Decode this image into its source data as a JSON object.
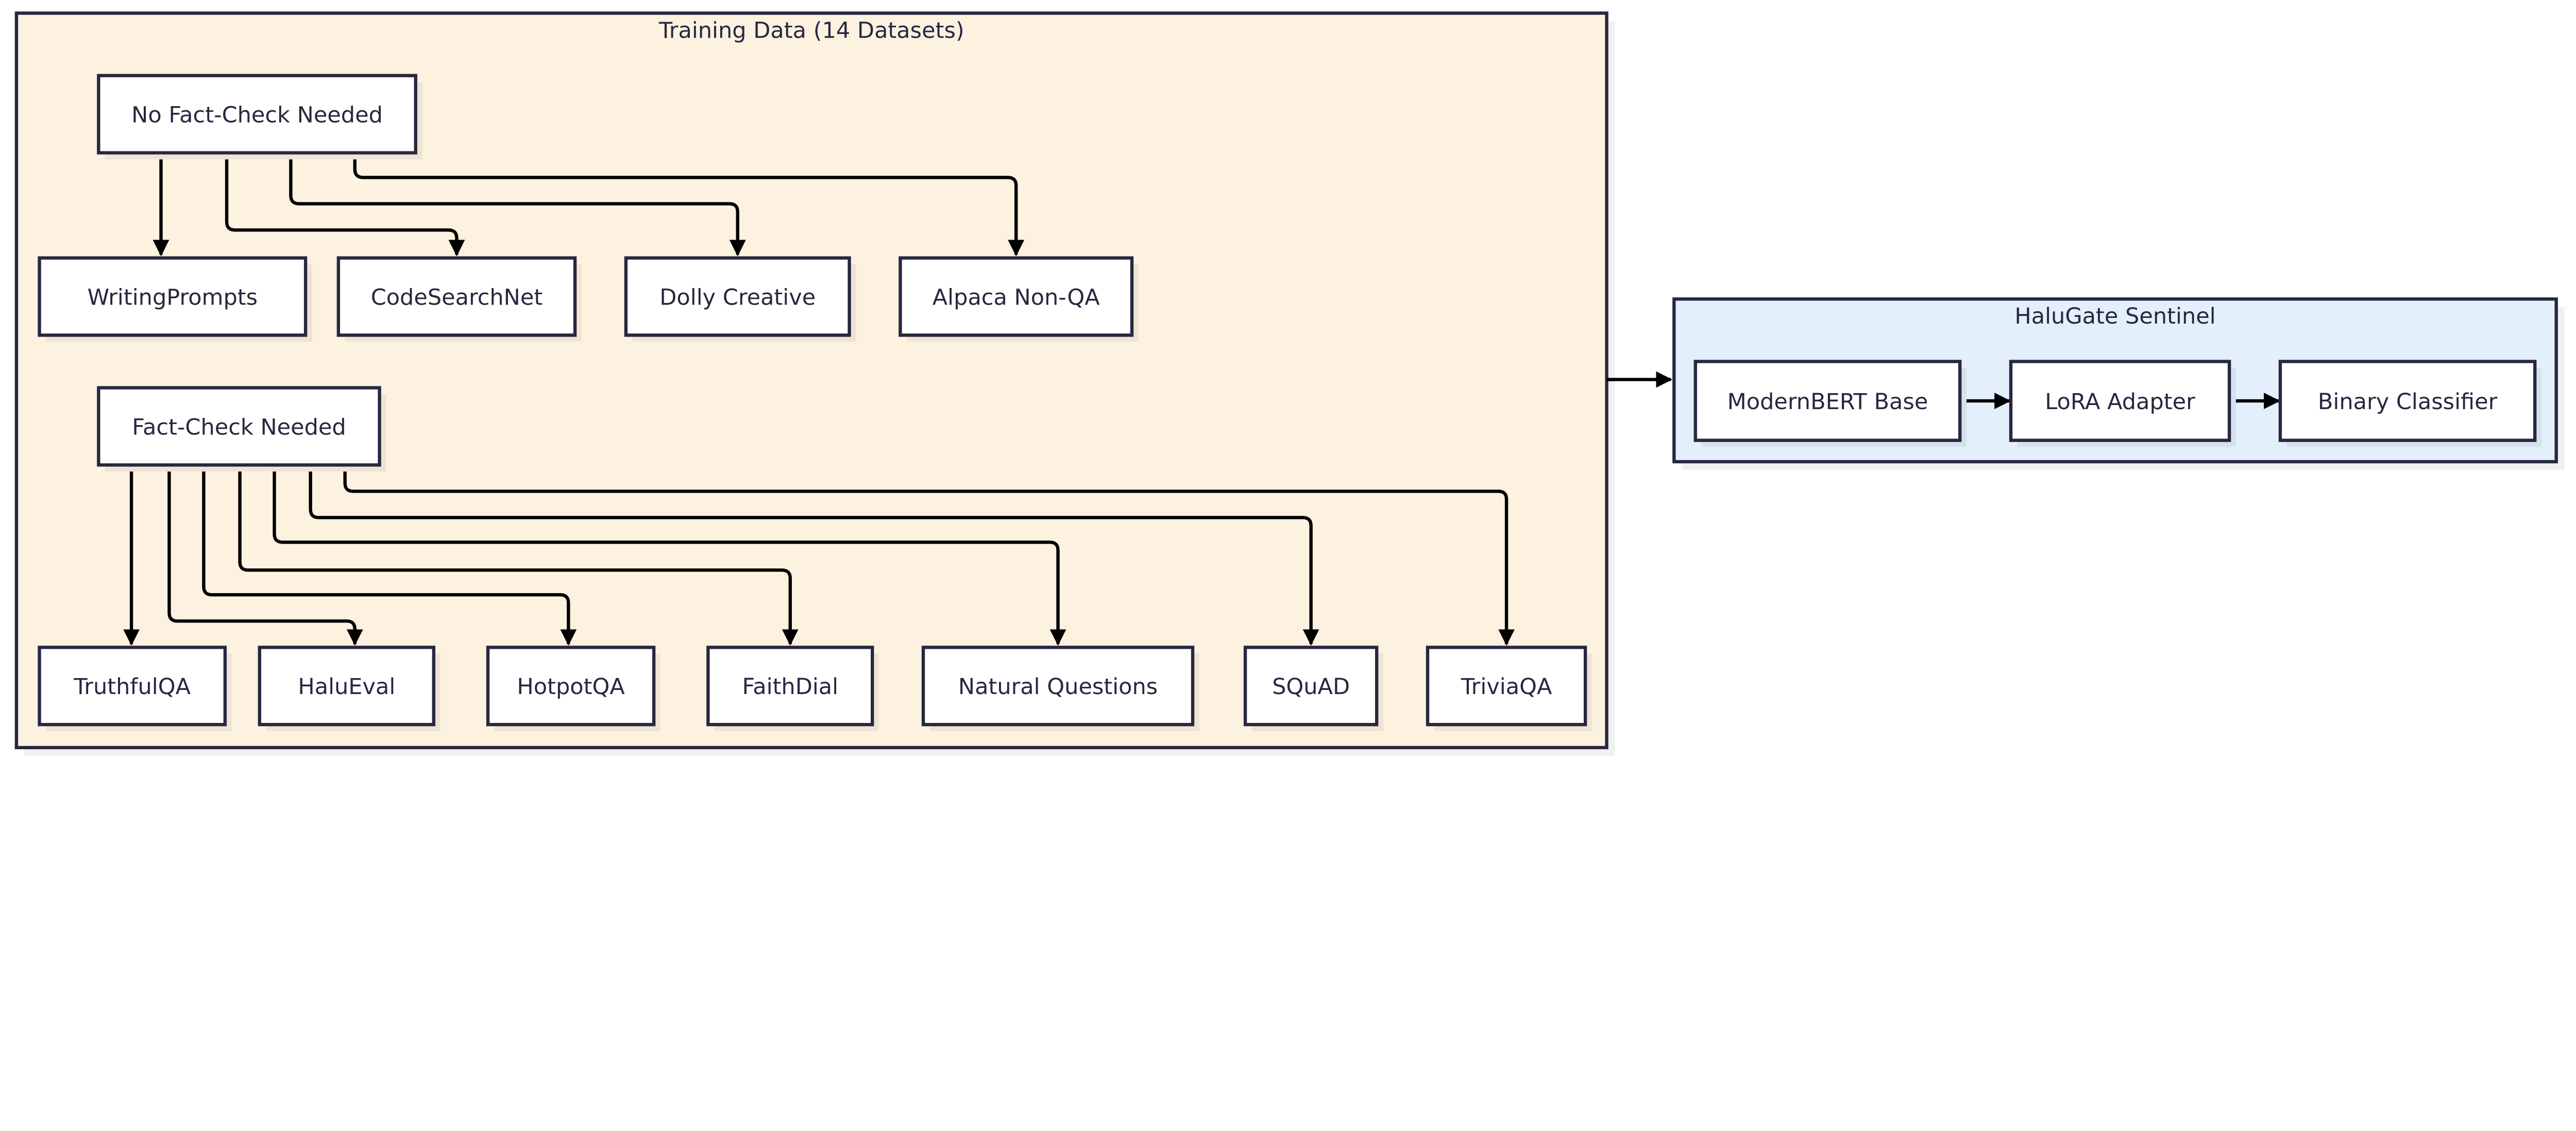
{
  "colors": {
    "training_fill": "#fdf1e0",
    "sentinel_fill": "#e3f0fb",
    "border": "#272740",
    "node_fill": "#ffffff",
    "edge": "#000000"
  },
  "training": {
    "title": "Training Data (14 Datasets)",
    "no_fact_check": {
      "label": "No Fact-Check Needed",
      "datasets": [
        "WritingPrompts",
        "CodeSearchNet",
        "Dolly Creative",
        "Alpaca Non-QA"
      ]
    },
    "fact_check": {
      "label": "Fact-Check Needed",
      "datasets": [
        "TruthfulQA",
        "HaluEval",
        "HotpotQA",
        "FaithDial",
        "Natural Questions",
        "SQuAD",
        "TriviaQA"
      ]
    }
  },
  "sentinel": {
    "title": "HaluGate Sentinel",
    "pipeline": [
      "ModernBERT Base",
      "LoRA Adapter",
      "Binary Classifier"
    ]
  }
}
